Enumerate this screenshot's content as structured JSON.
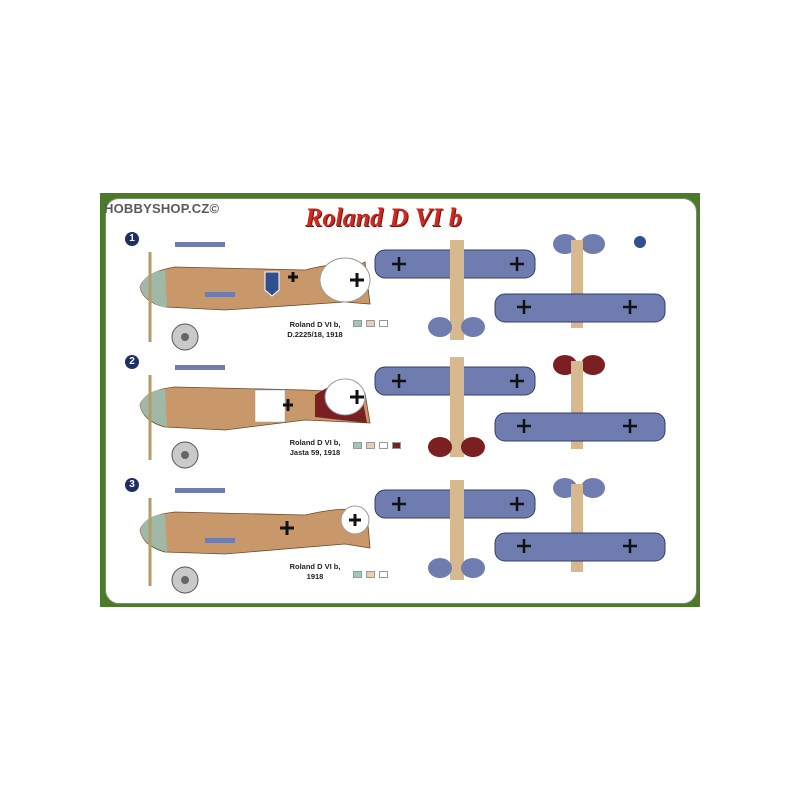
{
  "watermark": "HOBBYSHOP.CZ©",
  "title": "Roland D VI b",
  "colors": {
    "accent_red": "#d0271e",
    "sheet_green": "#4d7a2a",
    "wood": "#c8986a",
    "lozenge_blue": "#6e7cb0",
    "tail_maroon": "#7a1f22",
    "nose_grey": "#9fb8a8"
  },
  "variants": [
    {
      "number": "1",
      "caption_line1": "Roland D VI b,",
      "caption_line2": "D.2225/18, 1918",
      "swatches": [
        "#9fc9b4",
        "#e8cfaf",
        "#ffffff"
      ],
      "tail_color": "wood"
    },
    {
      "number": "2",
      "caption_line1": "Roland D VI b,",
      "caption_line2": "Jasta 59, 1918",
      "swatches": [
        "#9fc9b4",
        "#e8cfaf",
        "#ffffff",
        "#7a1f22"
      ],
      "tail_color": "maroon"
    },
    {
      "number": "3",
      "caption_line1": "Roland D VI b,",
      "caption_line2": "1918",
      "swatches": [
        "#9fc9b4",
        "#e8cfaf",
        "#ffffff"
      ],
      "tail_color": "wood"
    }
  ]
}
